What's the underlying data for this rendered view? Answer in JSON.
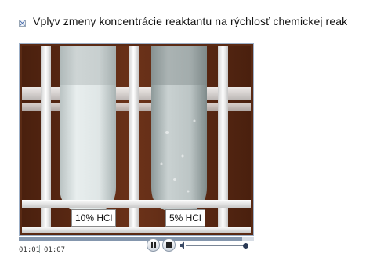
{
  "window": {
    "title": "Vplyv zmeny koncentrácie reaktantu na rýchlosť chemickej reak",
    "title_icon": "close-box-icon"
  },
  "video": {
    "labels": [
      "10% HCl",
      "5% HCl"
    ],
    "colors": {
      "background": "#5a2a14",
      "rack": "#f2f2f2",
      "frame_border": "#9db0c8"
    }
  },
  "player": {
    "time_current": "01:01",
    "time_total": "01:07",
    "progress_fraction": 0.95,
    "volume_fraction": 0.95,
    "buttons": {
      "pause": "pause-icon",
      "stop": "stop-icon",
      "volume": "speaker-icon"
    }
  }
}
